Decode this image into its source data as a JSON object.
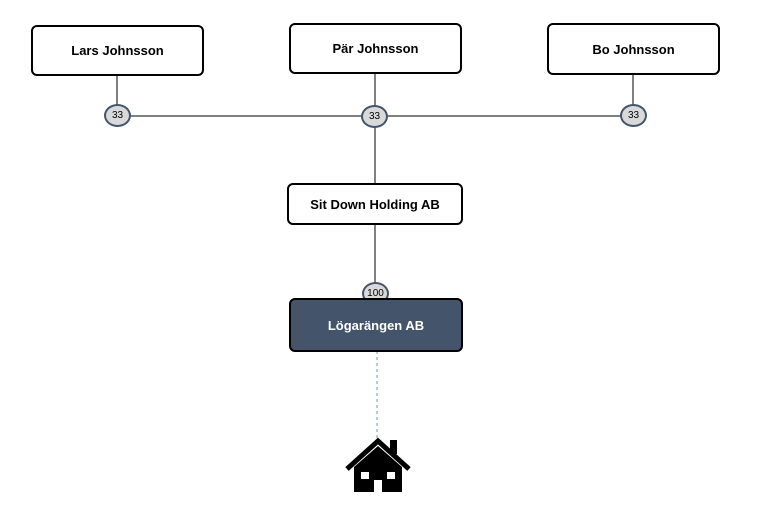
{
  "owners": [
    {
      "name": "Lars Johnsson",
      "share": "33"
    },
    {
      "name": "Pär Johnsson",
      "share": "33"
    },
    {
      "name": "Bo Johnsson",
      "share": "33"
    }
  ],
  "holding": {
    "name": "Sit Down Holding AB",
    "share": "100"
  },
  "company": {
    "name": "Lögarängen AB"
  },
  "property": {
    "icon": "house-icon"
  },
  "colors": {
    "company_fill": "#44546a",
    "badge_fill": "#d9d9d9",
    "badge_border": "#44546a",
    "dashed_connector": "#5b9bd5"
  }
}
